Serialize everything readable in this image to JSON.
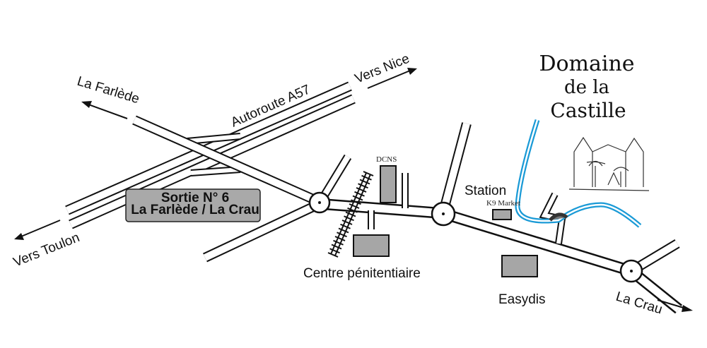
{
  "title": {
    "line1": "Domaine",
    "line2": "de la",
    "line3": "Castille"
  },
  "directions": {
    "farlede": "La Farlède",
    "nice": "Vers Nice",
    "toulon": "Vers Toulon",
    "crau": "La Crau"
  },
  "motorway": "Autoroute A57",
  "exit_sign": {
    "line1": "Sortie N° 6",
    "line2": "La Farlède / La Crau"
  },
  "landmarks": {
    "dcns": "DCNS",
    "prison": "Centre pénitentiaire",
    "station": "Station",
    "market": "K9 Market",
    "easydis": "Easydis"
  },
  "colors": {
    "river": "#1a9ad6",
    "building": "#a6a6a6",
    "road": "#111111"
  }
}
